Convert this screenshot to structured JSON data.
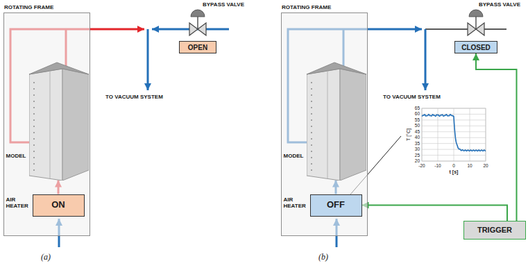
{
  "diagram": {
    "nodes": [
      {
        "text": [
          "ROTATING FRAME"
        ]
      },
      {
        "text": [
          "MODEL"
        ],
        "in": 0
      },
      {
        "text": [
          "AIR HEATER",
          "ON"
        ],
        "in": 0
      },
      {
        "text": [
          "OPEN"
        ]
      },
      {
        "text": [
          "ROTATING FRAME"
        ]
      },
      {
        "text": [
          "MODEL"
        ],
        "in": 4
      },
      {
        "text": [
          "AIR HEATER",
          "OFF"
        ],
        "in": 4
      },
      {
        "text": [
          "CLOSED"
        ]
      },
      {
        "text": [
          "TRIGGER"
        ]
      }
    ],
    "edges": [
      {
        "from": 2,
        "to": 1,
        "arrow": "to"
      },
      {
        "from": 6,
        "to": 5,
        "arrow": "to"
      },
      {
        "from": 8,
        "to": 6,
        "arrow": "to"
      },
      {
        "from": 8,
        "to": 7,
        "arrow": "to"
      }
    ],
    "labels": [
      "BYPASS VALVE",
      "TO VACUUM SYSTEM",
      "(a)",
      "BYPASS VALVE",
      "TO VACUUM SYSTEM",
      "65",
      "60",
      "55",
      "50",
      "45",
      "40",
      "35",
      "30",
      "25",
      "20",
      "T [°C]",
      "-20",
      "-10",
      "0",
      "10",
      "20",
      "t [s]",
      "(b)"
    ]
  }
}
